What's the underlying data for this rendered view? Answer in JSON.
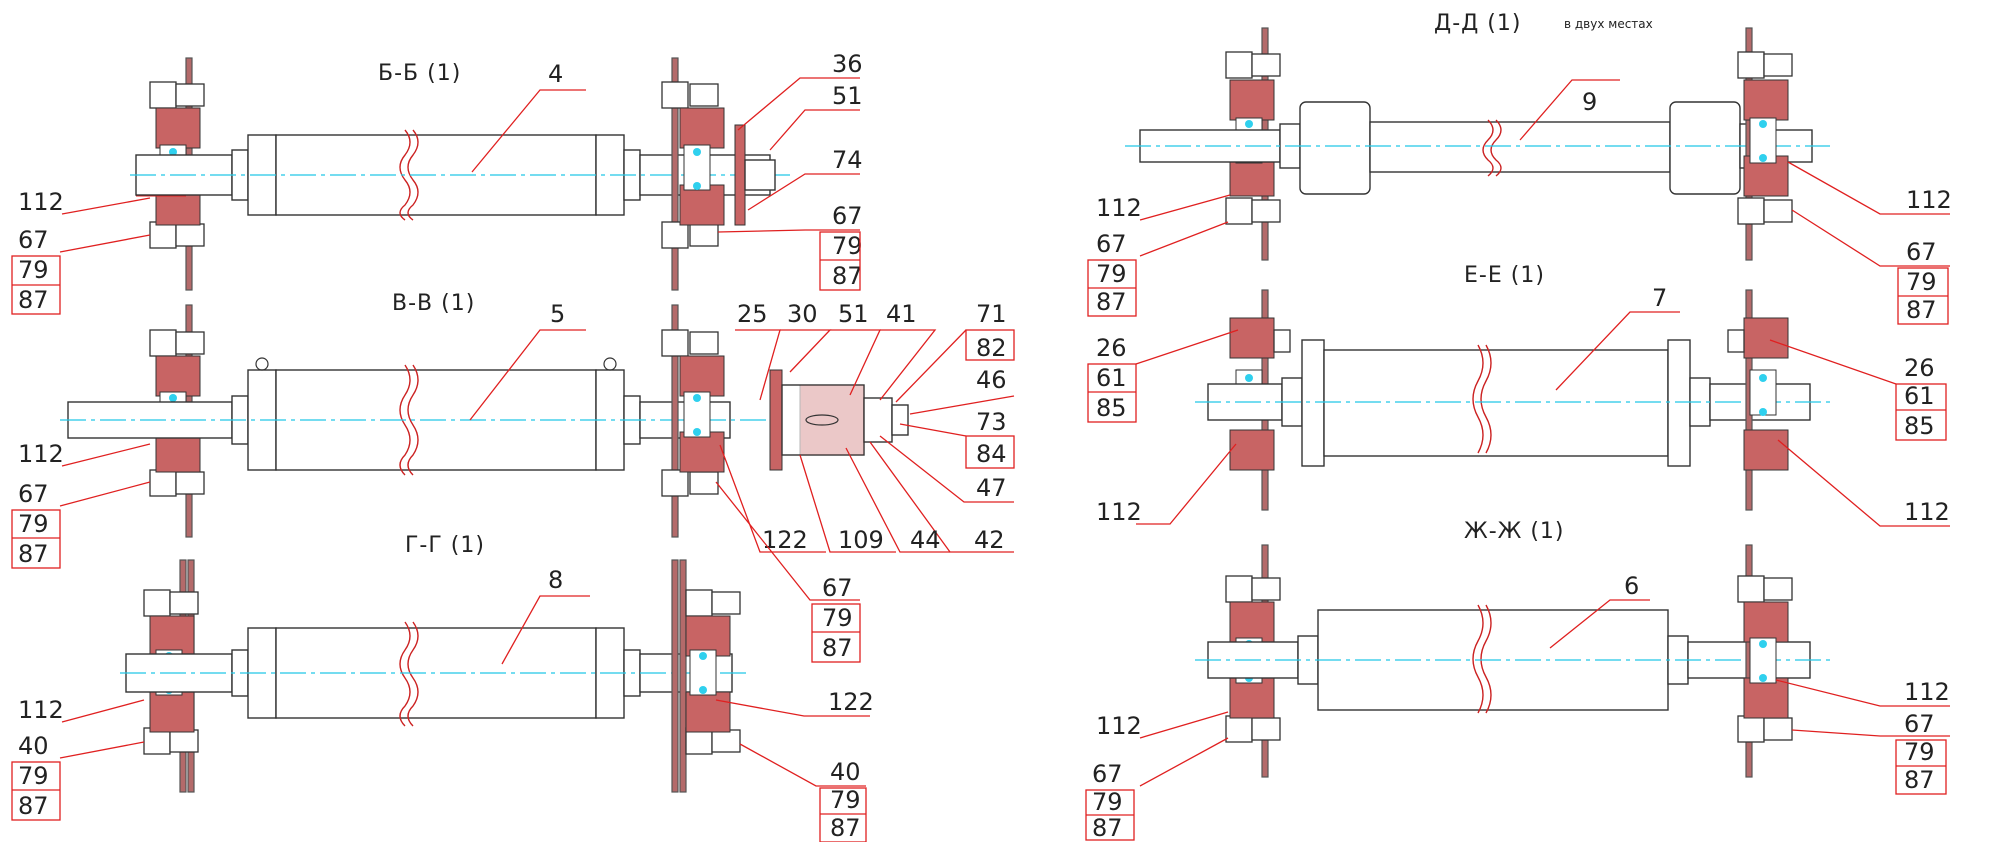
{
  "views": [
    {
      "id": "bb",
      "title": "Б-Б (1)",
      "part": "4",
      "callouts": [
        "36",
        "51",
        "74",
        "67",
        "79",
        "87",
        "112",
        "67",
        "79",
        "87"
      ]
    },
    {
      "id": "vv",
      "title": "В-В (1)",
      "part": "5",
      "callouts": [
        "25",
        "30",
        "51",
        "41",
        "71",
        "82",
        "46",
        "73",
        "84",
        "47",
        "42",
        "44",
        "109",
        "122",
        "67",
        "79",
        "87",
        "112",
        "67",
        "79",
        "87"
      ]
    },
    {
      "id": "gg",
      "title": "Г-Г (1)",
      "part": "8",
      "callouts": [
        "122",
        "40",
        "79",
        "87",
        "112",
        "40",
        "79",
        "87"
      ]
    },
    {
      "id": "dd",
      "title": "Д-Д (1)",
      "note": "в двух местах",
      "part": "9",
      "callouts": [
        "112",
        "67",
        "79",
        "87",
        "112",
        "67",
        "79",
        "87"
      ]
    },
    {
      "id": "ee",
      "title": "Е-Е (1)",
      "part": "7",
      "callouts": [
        "26",
        "61",
        "85",
        "112",
        "26",
        "61",
        "85",
        "112"
      ]
    },
    {
      "id": "zz",
      "title": "Ж-Ж (1)",
      "part": "6",
      "callouts": [
        "112",
        "67",
        "79",
        "87",
        "112",
        "67",
        "79",
        "87"
      ]
    }
  ]
}
